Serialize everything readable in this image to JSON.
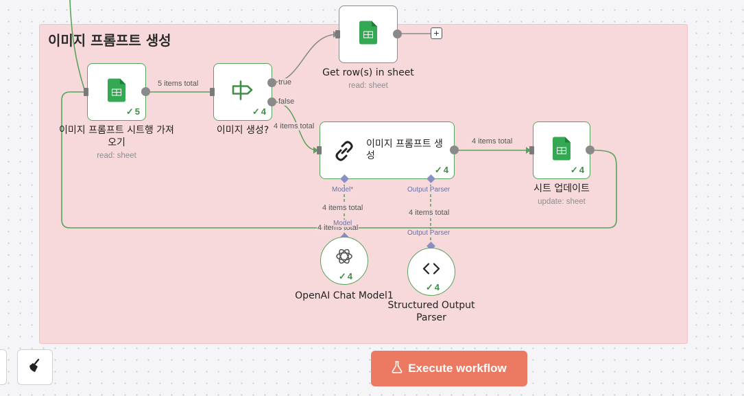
{
  "sticky": {
    "title": "이미지 프롬프트 생성"
  },
  "nodes": {
    "get_sheet": {
      "title": "이미지 프롬프트 시트행 가져오기",
      "subtitle": "read: sheet",
      "count": "5"
    },
    "if_node": {
      "title": "이미지 생성?",
      "count": "4"
    },
    "get_rows": {
      "title": "Get row(s) in sheet",
      "subtitle": "read: sheet"
    },
    "agent": {
      "title": "이미지 프롬프트 생성",
      "count": "4"
    },
    "update_sheet": {
      "title": "시트 업데이트",
      "subtitle": "update: sheet",
      "count": "4"
    },
    "openai": {
      "title": "OpenAI Chat Model1",
      "count": "4"
    },
    "parser": {
      "title": "Structured Output Parser",
      "count": "4"
    }
  },
  "edges": {
    "e1": "5 items total",
    "true_label": "true",
    "false_label": "false",
    "e_false": "4 items total",
    "e_agent_update": "4 items total",
    "e_model": "4 items total",
    "e_parser": "4 items total",
    "e_loop": "4 items total"
  },
  "connectors": {
    "model_star": "Model*",
    "parser_top": "Output Parser",
    "model_bottom": "Model",
    "parser_bottom": "Output Parser"
  },
  "toolbar": {
    "execute_label": "Execute workflow"
  },
  "colors": {
    "accent": "#ec7a62",
    "success": "#58a35a",
    "sticky": "#f7d9dc"
  }
}
